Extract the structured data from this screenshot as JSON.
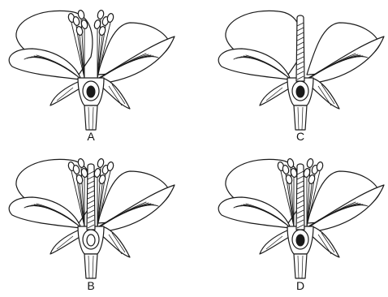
{
  "panels": [
    {
      "key": "A",
      "label": "A",
      "has_stamens": true,
      "has_pistil": false,
      "ovary_filled": true
    },
    {
      "key": "B",
      "label": "B",
      "has_stamens": true,
      "has_pistil": true,
      "ovary_filled": false
    },
    {
      "key": "C",
      "label": "C",
      "has_stamens": false,
      "has_pistil": true,
      "ovary_filled": true
    },
    {
      "key": "D",
      "label": "D",
      "has_stamens": true,
      "has_pistil": true,
      "ovary_filled": true
    }
  ],
  "colors": {
    "ink": "#1a1a1a",
    "background": "#ffffff"
  }
}
